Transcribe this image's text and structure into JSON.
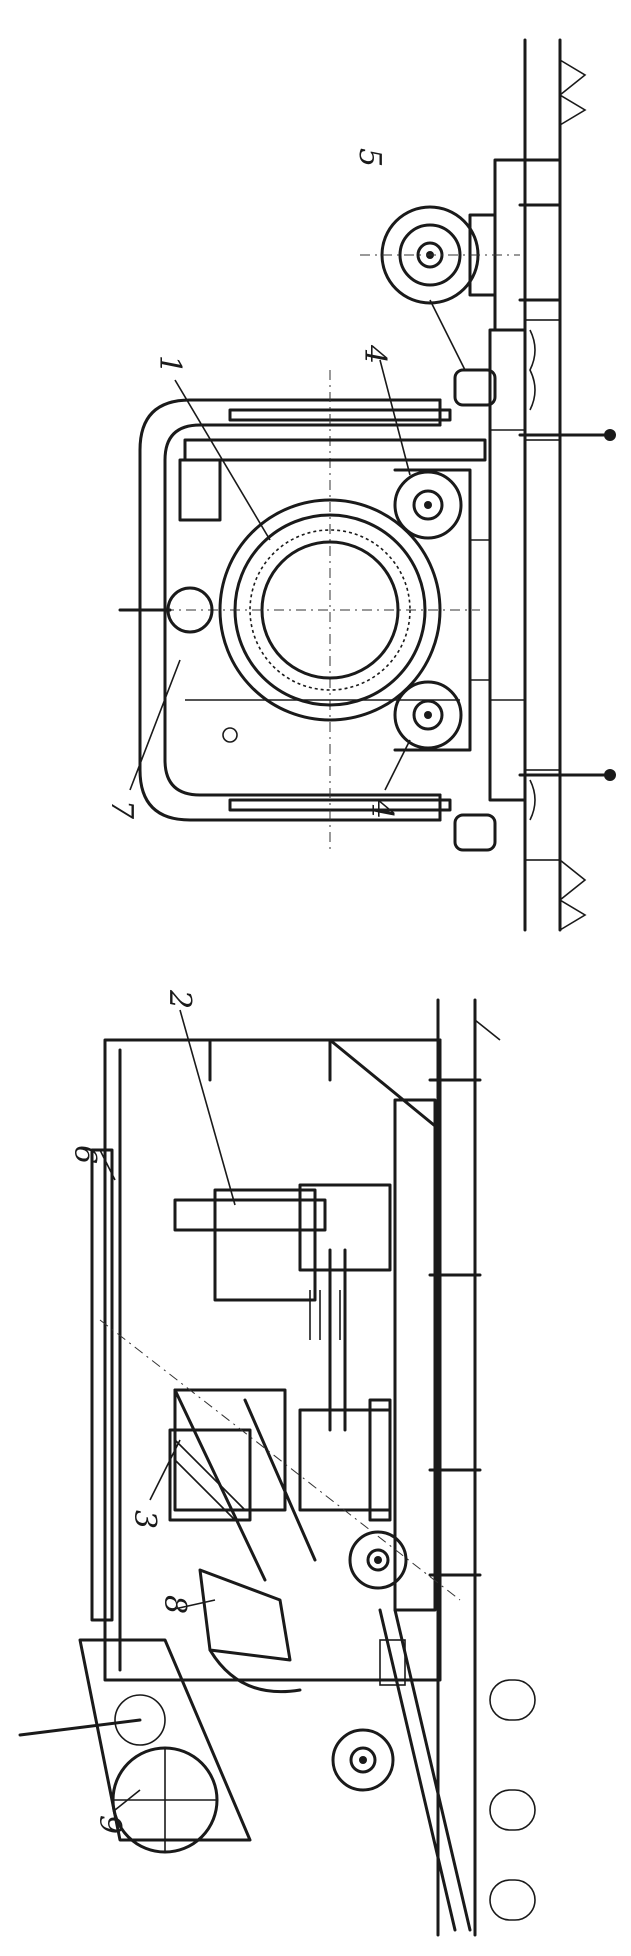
{
  "figure": {
    "background_color": "#ffffff",
    "ink_color": "#1a1a1a",
    "upper_view_labels": [
      "1",
      "4",
      "4",
      "5",
      "7"
    ],
    "lower_view_labels": [
      "2",
      "3",
      "6",
      "8",
      "9"
    ]
  }
}
